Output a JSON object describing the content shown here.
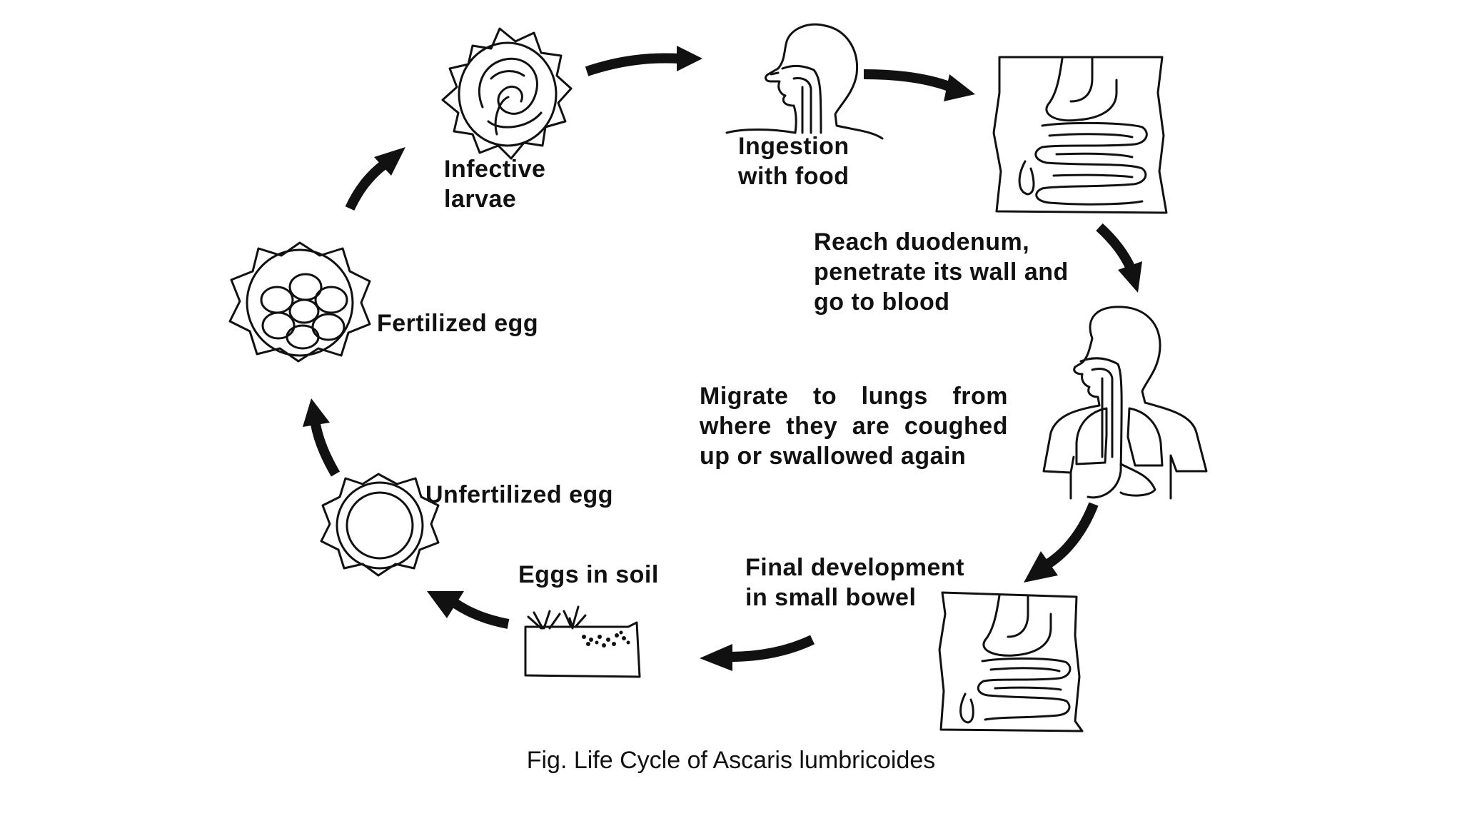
{
  "diagram": {
    "steps": {
      "infective_larvae": [
        "Infective",
        "larvae"
      ],
      "ingestion": [
        "Ingestion",
        "with food"
      ],
      "duodenum": [
        "Reach duodenum,",
        "penetrate its wall and",
        "go to blood"
      ],
      "lungs": [
        "Migrate to lungs from",
        "where they are coughed",
        "up or swallowed again"
      ],
      "small_bowel": [
        "Final development",
        "in small bowel"
      ],
      "eggs_in_soil": "Eggs in soil",
      "unfertilized_egg": "Unfertilized egg",
      "fertilized_egg": "Fertilized egg"
    },
    "caption": "Fig. Life Cycle of Ascaris lumbricoides"
  }
}
